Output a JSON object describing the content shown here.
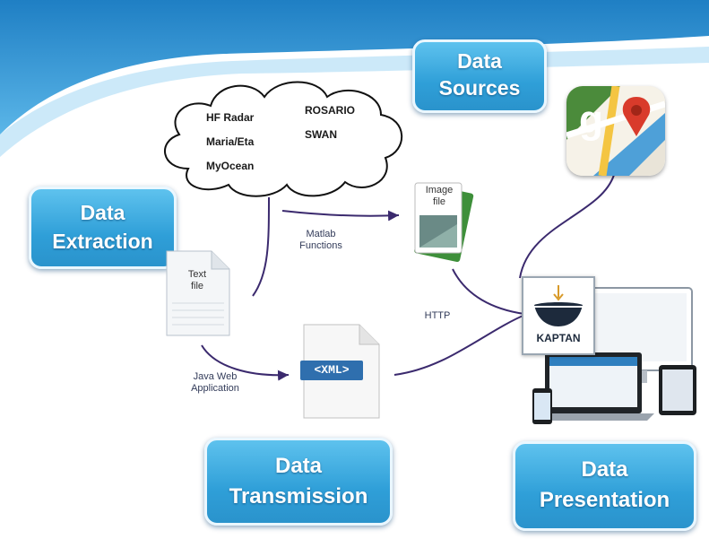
{
  "boxes": {
    "sources": [
      "Data",
      "Sources"
    ],
    "extraction": [
      "Data",
      "Extraction"
    ],
    "transmission": [
      "Data",
      "Transmission"
    ],
    "presentation": [
      "Data",
      "Presentation"
    ]
  },
  "cloud": {
    "items_left": [
      "HF Radar",
      "Maria/Eta",
      "MyOcean"
    ],
    "items_right": [
      "ROSARIO",
      "SWAN"
    ]
  },
  "files": {
    "image_file": [
      "Image",
      "file"
    ],
    "text_file": [
      "Text",
      "file"
    ],
    "xml": "<XML>"
  },
  "edges": {
    "matlab": [
      "Matlab",
      "Functions"
    ],
    "java": [
      "Java Web",
      "Application"
    ],
    "http": "HTTP"
  },
  "kaptan": "KAPTAN",
  "colors": {
    "box_blue": "#2f9fd8",
    "arrow": "#3b2a6e",
    "banner": "#2a8fd0"
  }
}
